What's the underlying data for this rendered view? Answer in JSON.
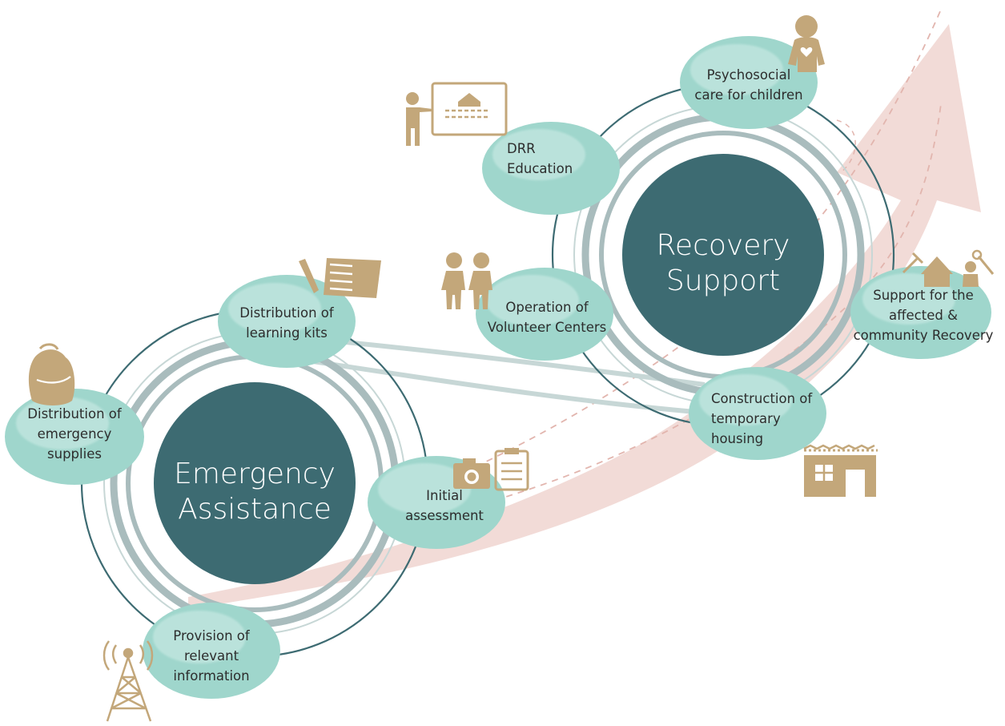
{
  "colors": {
    "hub": "#3d6b72",
    "node": "#9fd6cc",
    "node_highlight": "#c6e8e2",
    "ring_dark": "#3d6b72",
    "ring_mid": "#a9bcbd",
    "ring_light": "#c7d7d6",
    "arrow": "#f0d5d0",
    "arrow_dash": "#e2b5ae",
    "icon": "#c3a77a"
  },
  "hubs": {
    "emergency": {
      "lines": [
        "Emergency",
        "Assistance"
      ]
    },
    "recovery": {
      "lines": [
        "Recovery",
        "Support"
      ]
    }
  },
  "nodes": {
    "learning_kits": {
      "lines": [
        "Distribution of",
        "learning kits"
      ],
      "icon": "notebook-pencil-icon"
    },
    "emergency_supplies": {
      "lines": [
        "Distribution of",
        "emergency",
        "supplies"
      ],
      "icon": "backpack-icon"
    },
    "initial_assessment": {
      "lines": [
        "Initial",
        "assessment"
      ],
      "icon": "camera-clipboard-icon"
    },
    "relevant_information": {
      "lines": [
        "Provision of",
        "relevant",
        "information"
      ],
      "icon": "radio-tower-icon"
    },
    "psychosocial_care": {
      "lines": [
        "Psychosocial",
        "care for children"
      ],
      "icon": "child-heart-icon"
    },
    "drr_education": {
      "lines": [
        "DRR",
        "Education"
      ],
      "icon": "teacher-board-icon"
    },
    "volunteer_centers": {
      "lines": [
        "Operation of",
        "Volunteer Centers"
      ],
      "icon": "volunteers-icon"
    },
    "community_recovery": {
      "lines": [
        "Support for the",
        "affected &",
        "community Recovery"
      ],
      "icon": "house-tools-icon"
    },
    "temporary_housing": {
      "lines": [
        "Construction of",
        "temporary",
        "housing"
      ],
      "icon": "shelter-icon"
    }
  }
}
